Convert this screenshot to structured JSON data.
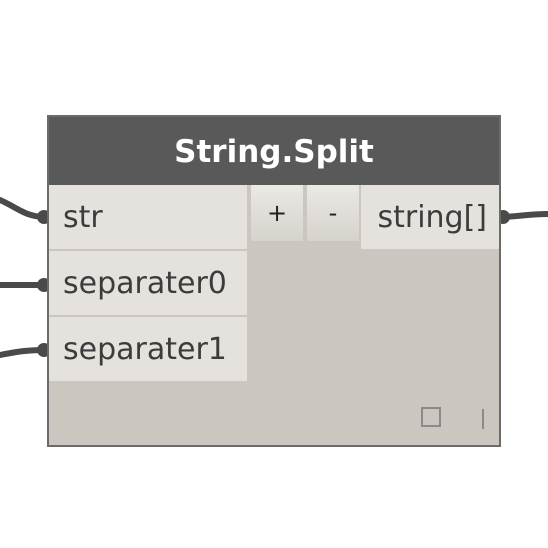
{
  "node": {
    "title": "String.Split",
    "inputs": [
      {
        "label": "str"
      },
      {
        "label": "separater0"
      },
      {
        "label": "separater1"
      }
    ],
    "add_input_label": "+",
    "remove_input_label": "-",
    "output": {
      "label": "string[]"
    }
  },
  "colors": {
    "header_bg": "#595959",
    "node_body": "#cbc6bf",
    "port_bg": "#e5e2de",
    "wire": "#4a4a4a"
  },
  "icons": {
    "preview_toggle": "square-outline-icon",
    "lacing": "vertical-bar-icon"
  }
}
